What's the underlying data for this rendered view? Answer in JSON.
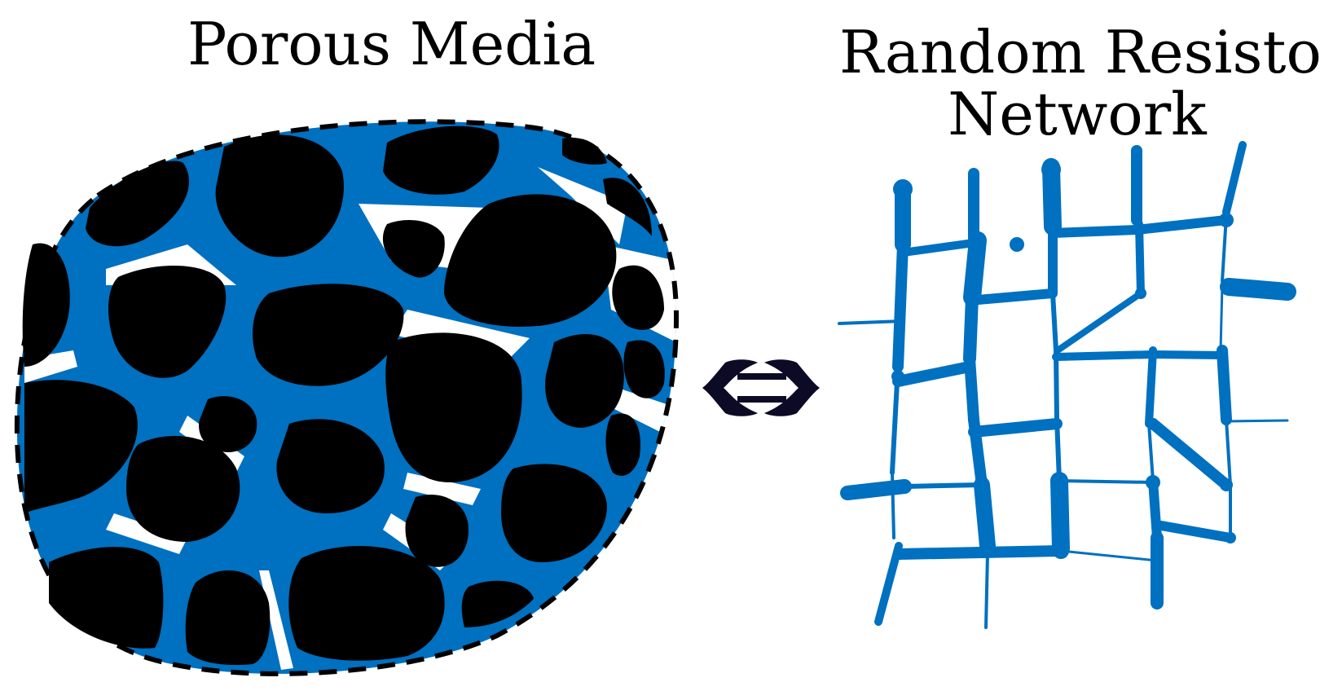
{
  "left_panel": {
    "title": "Porous Media",
    "pore_color": "#0070C0",
    "grain_color": "#000000"
  },
  "right_panel": {
    "title_line1": "Random Resistor",
    "title_line2": "Network",
    "resistor_color": "#0070C0"
  },
  "equivalence": {
    "symbol_name": "double-headed-arrow-icon",
    "color": "#0B0B26"
  }
}
